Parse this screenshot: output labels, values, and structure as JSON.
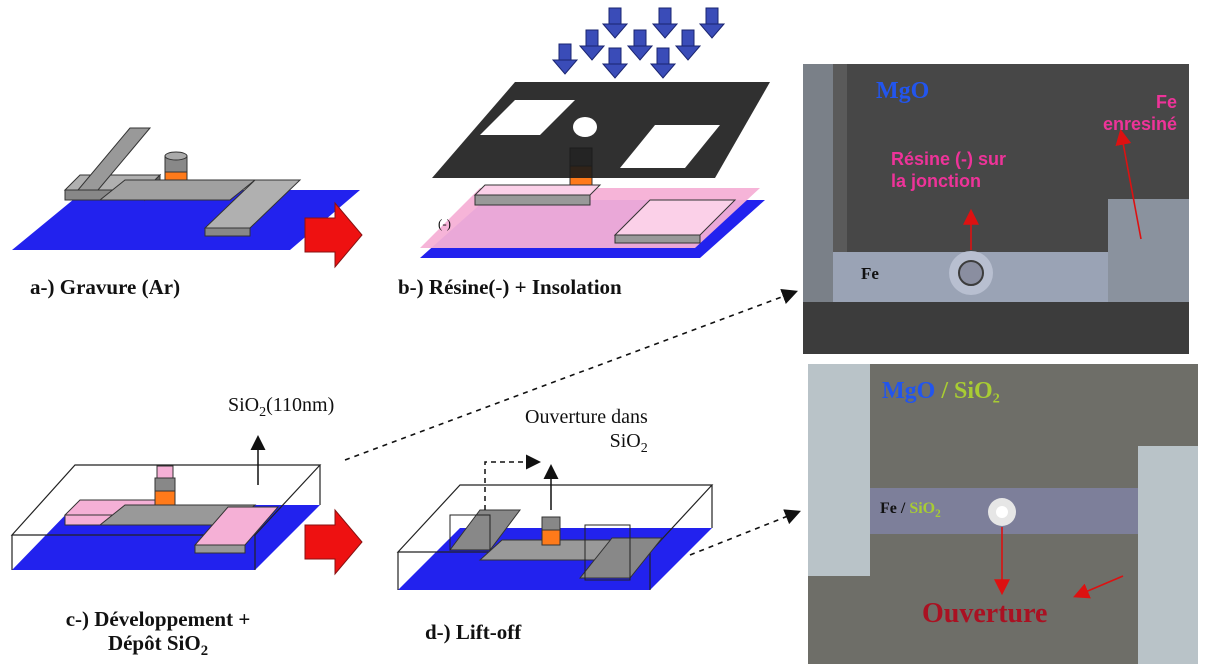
{
  "captions": {
    "a": "a-) Gravure (Ar)",
    "b": "b-) Résine(-) + Insolation",
    "c_line1": "c-) Développement +",
    "c_line2_prefix": "Dépôt SiO",
    "c_line2_sub": "2",
    "d": "d-) Lift-off"
  },
  "step_b_resin_mark": "(-)",
  "annotations": {
    "sio2_prefix": "SiO",
    "sio2_sub": "2",
    "sio2_suffix": "(110nm)",
    "opening_line1": "Ouverture dans",
    "opening_line2_prefix": "SiO",
    "opening_line2_sub": "2"
  },
  "photo_top": {
    "mgo": "MgO",
    "fe_resin_line1": "Fe",
    "fe_resin_line2": "enresiné",
    "resin_line1": "Résine (-) sur",
    "resin_line2": "la jonction",
    "fe": "Fe"
  },
  "photo_bottom": {
    "mgo": "MgO",
    "slash": " / ",
    "sio2": "SiO₂",
    "fe": "Fe",
    "fe_slash": " / ",
    "fe_sio2_prefix": "SiO",
    "fe_sio2_sub": "2",
    "opening": "Ouverture"
  },
  "colors": {
    "substrate": "#2222ee",
    "electrode": "#8a8a8a",
    "junction": "#ff7a1a",
    "resin": "#f5b0d6",
    "mask": "#1a1a1a",
    "uv_arrow": "#3a4cb8",
    "process_arrow": "#ee1111",
    "mgo_text": "#2255ee",
    "sio2_text": "#a8cc33",
    "resin_text": "#ee3399",
    "opening_text": "#aa1122",
    "pointer_red": "#dd1111"
  }
}
